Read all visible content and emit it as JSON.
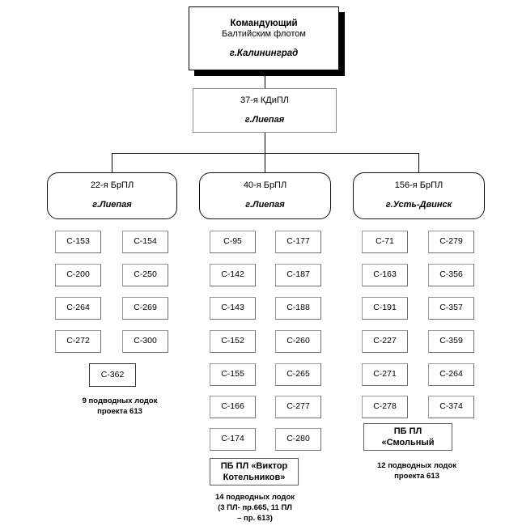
{
  "diagram": {
    "title_root": {
      "line1": "Командующий",
      "line2": "Балтийским флотом",
      "city": "г.Калининград"
    },
    "division": {
      "name": "37-я КДиПЛ",
      "city": "г.Лиепая"
    },
    "brigades": [
      {
        "name": "22-я БрПЛ",
        "city": "г.Лиепая",
        "col_left": [
          "С-153",
          "С-200",
          "С-264",
          "С-272"
        ],
        "col_right": [
          "С-154",
          "С-250",
          "С-269",
          "С-300"
        ],
        "extra_center": "С-362",
        "depot": null,
        "caption_line1": "9 подводных лодок",
        "caption_line2": "проекта 613",
        "caption_line3": ""
      },
      {
        "name": "40-я БрПЛ",
        "city": "г.Лиепая",
        "col_left": [
          "С-95",
          "С-142",
          "С-143",
          "С-152",
          "С-155",
          "С-166",
          "С-174"
        ],
        "col_right": [
          "С-177",
          "С-187",
          "С-188",
          "С-260",
          "С-265",
          "С-277",
          "С-280"
        ],
        "extra_center": null,
        "depot": {
          "line1": "ПБ ПЛ «Виктор",
          "line2": "Котельников»"
        },
        "caption_line1": "14 подводных лодок",
        "caption_line2": "(3 ПЛ- пр.665, 11 ПЛ",
        "caption_line3": "– пр. 613)"
      },
      {
        "name": "156-я БрПЛ",
        "city": "г.Усть-Двинск",
        "col_left": [
          "С-71",
          "С-163",
          "С-191",
          "С-227",
          "С-271",
          "С-278"
        ],
        "col_right": [
          "С-279",
          "С-356",
          "С-357",
          "С-359",
          "С-264",
          "С-374"
        ],
        "extra_center": null,
        "depot": {
          "line1": "ПБ ПЛ",
          "line2": "«Смольный"
        },
        "caption_line1": "12 подводных лодок",
        "caption_line2": "проекта 613",
        "caption_line3": ""
      }
    ]
  }
}
